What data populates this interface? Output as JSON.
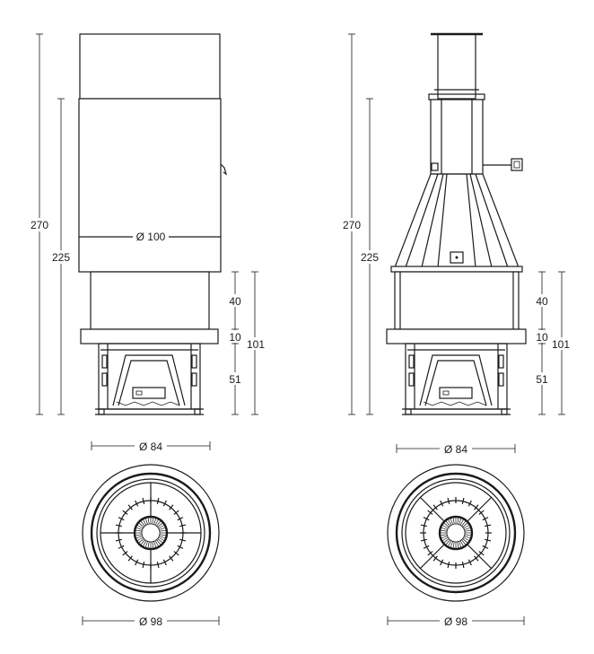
{
  "front_view": {
    "height_total": "270",
    "height_body": "225",
    "diameter_hood": "Ø 100",
    "dim_upper": "40",
    "dim_middle": "10",
    "dim_lower": "51",
    "dim_base_total": "101"
  },
  "side_view": {
    "height_total": "270",
    "height_body": "225",
    "dim_upper": "40",
    "dim_middle": "10",
    "dim_lower": "51",
    "dim_base_total": "101"
  },
  "plan_left": {
    "diameter_inner": "Ø 84",
    "diameter_outer": "Ø 98"
  },
  "plan_right": {
    "diameter_inner": "Ø 84",
    "diameter_outer": "Ø 98"
  }
}
